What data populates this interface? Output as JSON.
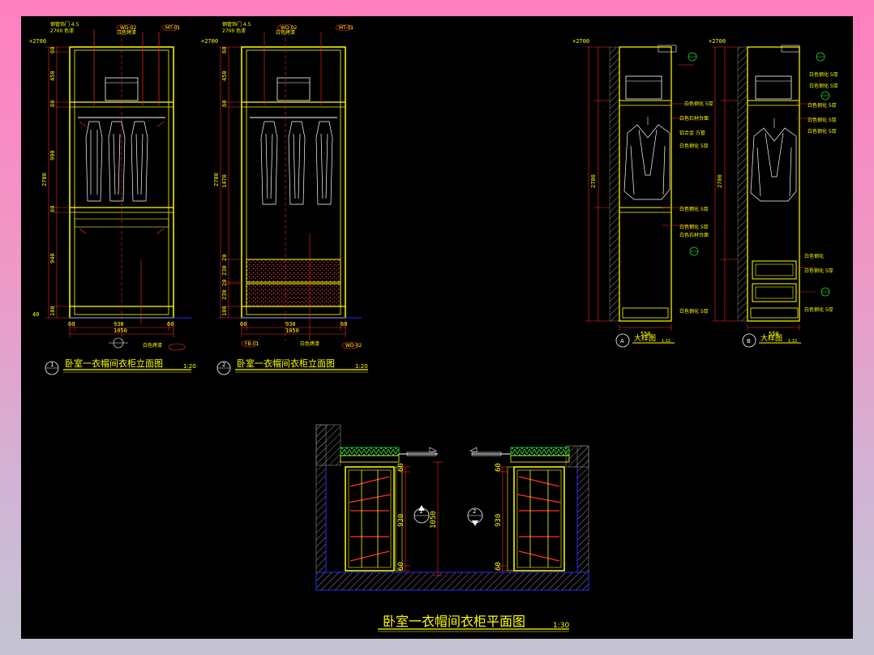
{
  "colors": {
    "background": "#000000",
    "frame": "#ffff00",
    "dimension": "#ff2a2a",
    "hatch": "#8a8a8a",
    "wall_blue": "#2a2aff",
    "clothes": "#ffffff",
    "green_fill": "#22cc33",
    "red_accent": "#ff3030"
  },
  "elevation1": {
    "number": "1",
    "title": "卧室一衣帽间衣柜立面图",
    "scale": "1:20",
    "top_level": "+2700",
    "total_height": "2700",
    "segments": [
      "60",
      "450",
      "60",
      "990",
      "60",
      "940",
      "40",
      "100"
    ],
    "width_dims": [
      "60",
      "930",
      "60"
    ],
    "total_width": "1050",
    "annotations": [
      "MT-01",
      "WD-02",
      "白色烤漆",
      "白色烤漆"
    ]
  },
  "elevation2": {
    "number": "2",
    "title": "卧室一衣帽间衣柜立面图",
    "scale": "1:20",
    "top_level": "+2700",
    "total_height": "2700",
    "segments": [
      "60",
      "450",
      "60",
      "1470",
      "20",
      "230",
      "20",
      "230",
      "100"
    ],
    "width_dims": [
      "60",
      "930",
      "60"
    ],
    "total_width": "1050",
    "annotations": [
      "WD-02",
      "MT-01",
      "FB-01",
      "WD-02",
      "白色烤漆"
    ]
  },
  "detailA": {
    "label": "A",
    "title": "大样图",
    "scale": "1:15",
    "width_dim": "550",
    "top_level": "+2700",
    "total_height": "2700"
  },
  "detailB": {
    "label": "B",
    "title": "大样图",
    "scale": "1:15",
    "width_dim": "550",
    "top_level": "+2700",
    "total_height": "2700"
  },
  "plan": {
    "title": "卧室一衣帽间衣柜平面图",
    "scale": "1:30",
    "dims_left": [
      "60",
      "930",
      "60"
    ],
    "dims_right": [
      "60",
      "930",
      "60"
    ],
    "total": "1050",
    "section_marks": [
      "1",
      "2"
    ]
  }
}
